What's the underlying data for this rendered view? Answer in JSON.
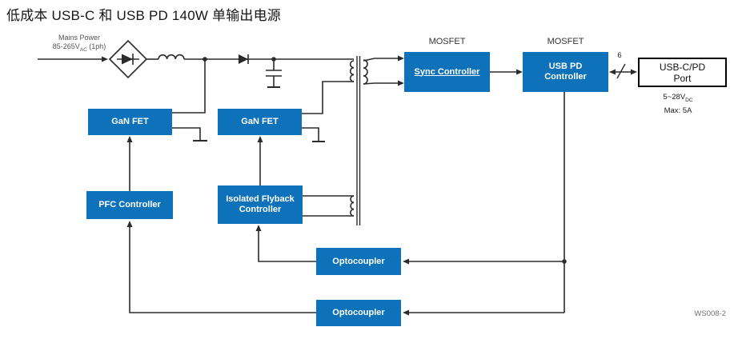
{
  "title": "低成本 USB-C 和 USB PD 140W 单输出电源",
  "mains": {
    "line1": "Mains Power",
    "v_pre": "85-265V",
    "v_sub": "AC",
    "v_post": " (1ph)"
  },
  "labels": {
    "mosfet_sync": "MOSFET",
    "mosfet_pd": "MOSFET",
    "bus_width": "6",
    "doc_id": "WS008-2"
  },
  "blocks": {
    "gan_fet_pfc": "GaN FET",
    "gan_fet_flyback": "GaN FET",
    "pfc": "PFC Controller",
    "flyback": "Isolated Flyback Controller",
    "sync": "Sync Controller",
    "usb_pd": "USB PD Controller",
    "opto_top": "Optocoupler",
    "opto_bottom": "Optocoupler",
    "port_line1": "USB-C/PD",
    "port_line2": "Port"
  },
  "port_specs": {
    "v_pre": "5~28V",
    "v_sub": "DC",
    "current": "Max: 5A"
  },
  "colors": {
    "block_fill": "#0E72BA",
    "wire": "#2B2B2B",
    "title_text": "#161616",
    "doc_id_text": "#70707A"
  }
}
